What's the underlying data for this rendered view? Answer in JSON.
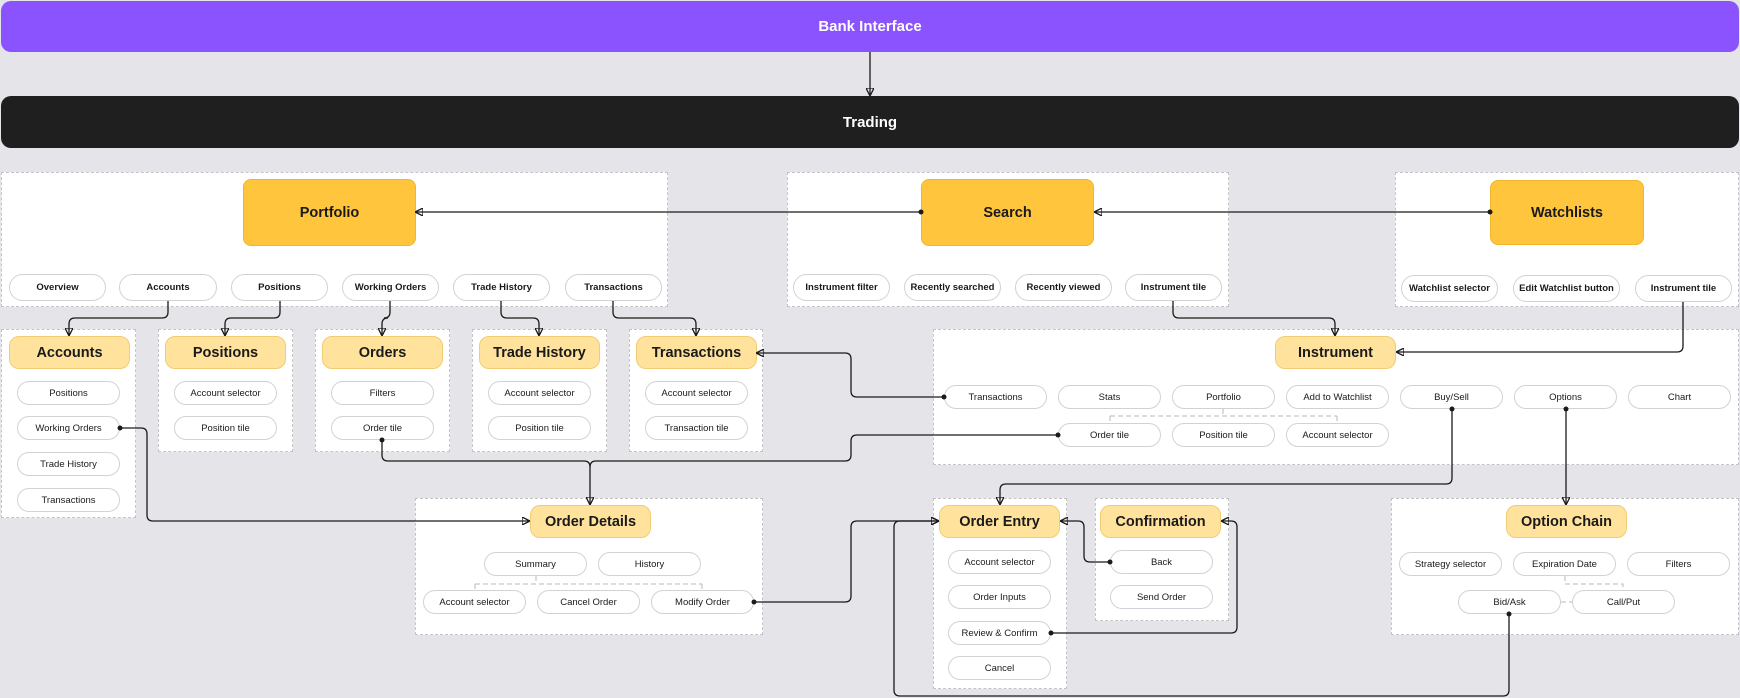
{
  "header": {
    "bank": "Bank Interface",
    "trading": "Trading"
  },
  "hubs": {
    "portfolio": "Portfolio",
    "search": "Search",
    "watchlists": "Watchlists"
  },
  "portfolio_tabs": [
    "Overview",
    "Accounts",
    "Positions",
    "Working Orders",
    "Trade History",
    "Transactions"
  ],
  "search_tabs": [
    "Instrument filter",
    "Recently searched",
    "Recently viewed",
    "Instrument tile"
  ],
  "watchlist_tabs": [
    "Watchlist selector",
    "Edit Watchlist button",
    "Instrument tile"
  ],
  "accounts": {
    "title": "Accounts",
    "items": [
      "Positions",
      "Working Orders",
      "Trade History",
      "Transactions"
    ]
  },
  "positions": {
    "title": "Positions",
    "items": [
      "Account selector",
      "Position tile"
    ]
  },
  "orders": {
    "title": "Orders",
    "items": [
      "Filters",
      "Order tile"
    ]
  },
  "trade_history": {
    "title": "Trade History",
    "items": [
      "Account selector",
      "Position tile"
    ]
  },
  "transactions": {
    "title": "Transactions",
    "items": [
      "Account selector",
      "Transaction tile"
    ]
  },
  "instrument": {
    "title": "Instrument",
    "row1": [
      "Transactions",
      "Stats",
      "Portfolio",
      "Add to Watchlist",
      "Buy/Sell",
      "Options",
      "Chart"
    ],
    "row2": [
      "Order tile",
      "Position tile",
      "Account selector"
    ]
  },
  "order_details": {
    "title": "Order Details",
    "row1": [
      "Summary",
      "History"
    ],
    "row2": [
      "Account selector",
      "Cancel Order",
      "Modify Order"
    ]
  },
  "order_entry": {
    "title": "Order Entry",
    "items": [
      "Account selector",
      "Order Inputs",
      "Review & Confirm",
      "Cancel"
    ]
  },
  "confirmation": {
    "title": "Confirmation",
    "items": [
      "Back",
      "Send Order"
    ]
  },
  "option_chain": {
    "title": "Option Chain",
    "row1": [
      "Strategy selector",
      "Expiration Date",
      "Filters"
    ],
    "row2": [
      "Bid/Ask",
      "Call/Put"
    ]
  }
}
